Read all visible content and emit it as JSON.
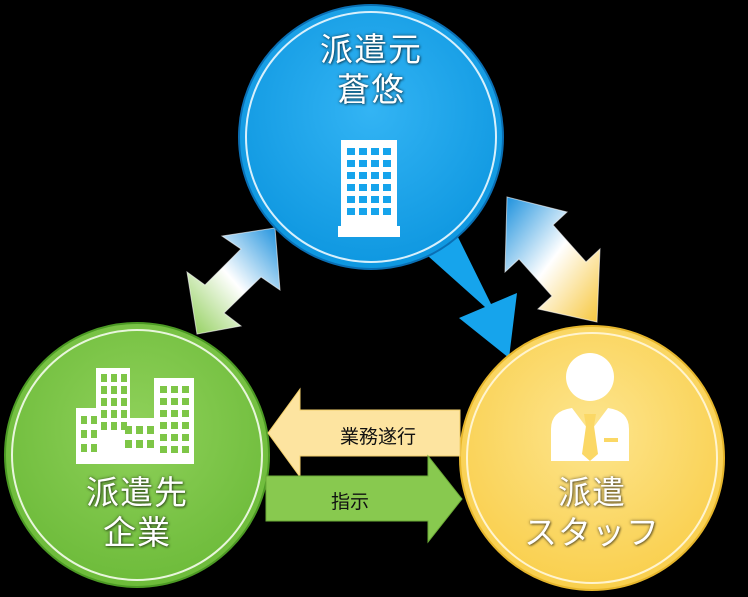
{
  "nodes": {
    "dispatcher": {
      "line1": "派遣元",
      "line2": "蒼悠"
    },
    "client": {
      "line1": "派遣先",
      "line2": "企業"
    },
    "staff": {
      "line1": "派遣",
      "line2": "スタッフ"
    }
  },
  "arrows": {
    "duties": "業務遂行",
    "instructions": "指示"
  },
  "colors": {
    "background": "#000000",
    "dispatcher": "#1aa6ee",
    "client": "#7ec647",
    "staff": "#fbd865",
    "duties_arrow": "#fde4a0",
    "instructions_arrow": "#88c94f"
  }
}
